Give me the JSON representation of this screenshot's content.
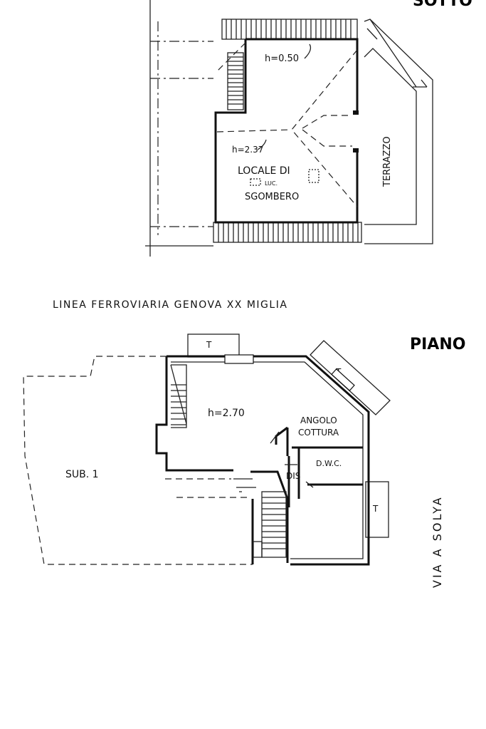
{
  "upper_floor": {
    "title_fragment": "SOTTO",
    "height_top": "h=0.50",
    "height_mid": "h=2.37",
    "room_label_line1": "LOCALE DI",
    "room_label_mark": "LUC.",
    "room_label_line2": "SGOMBERO",
    "terrace_label": "TERRAZZO"
  },
  "railway_label": "LINEA FERROVIARIA GENOVA XX MIGLIA",
  "lower_floor": {
    "title_fragment": "PIANO",
    "height": "h=2.70",
    "kitchen_line1": "ANGOLO",
    "kitchen_line2": "COTTURA",
    "wc_label": "D.W.C.",
    "dis_label": "DIS",
    "sub_label": "SUB. 1",
    "terrace_marks": [
      "T",
      "T",
      "T"
    ]
  },
  "street_label": "VIA A SOLYA"
}
